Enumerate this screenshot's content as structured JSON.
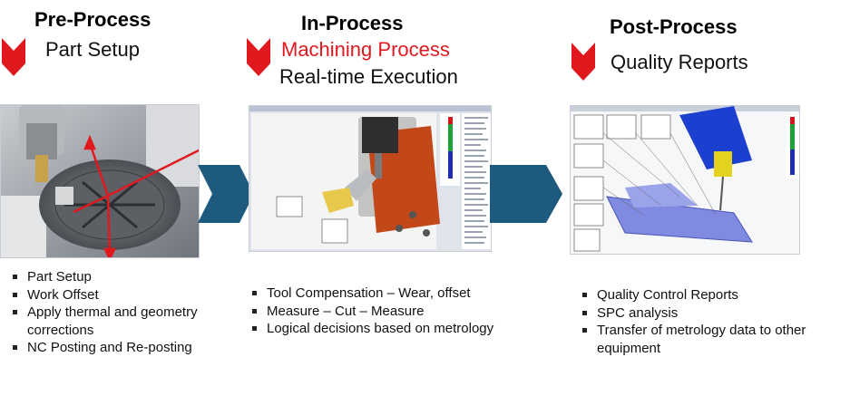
{
  "stages": [
    {
      "title": "Pre-Process",
      "subtitles": [
        "Part Setup"
      ],
      "image_icon": "machine-table-photo",
      "bullets": [
        "Part Setup",
        "Work Offset",
        "Apply thermal and geometry corrections",
        "NC Posting and Re-posting"
      ]
    },
    {
      "title": "In-Process",
      "subtitles": [
        "Machining Process",
        "Real-time Execution"
      ],
      "image_icon": "machining-software-screenshot",
      "bullets": [
        "Tool Compensation – Wear, offset",
        "Measure – Cut – Measure",
        "Logical decisions based on metrology"
      ]
    },
    {
      "title": "Post-Process",
      "subtitles": [
        "Quality Reports"
      ],
      "image_icon": "quality-report-screenshot",
      "bullets": [
        "Quality Control Reports",
        "SPC analysis",
        "Transfer of metrology data to other equipment"
      ]
    }
  ],
  "colors": {
    "accent_red": "#e0191f",
    "flow_arrow": "#1e5a7d",
    "heading": "#000000"
  }
}
